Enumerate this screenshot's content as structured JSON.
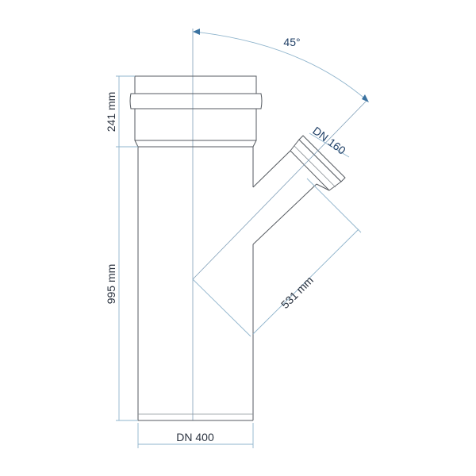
{
  "labels": {
    "angle": "45°",
    "branch_nominal": "DN 160",
    "main_nominal": "DN 400",
    "socket_length": "241 mm",
    "main_length": "995 mm",
    "branch_length": "531 mm"
  },
  "colors": {
    "outline": "#555a60",
    "dimension_line": "#8fb4cc",
    "dimension_text": "#1f3f66"
  }
}
